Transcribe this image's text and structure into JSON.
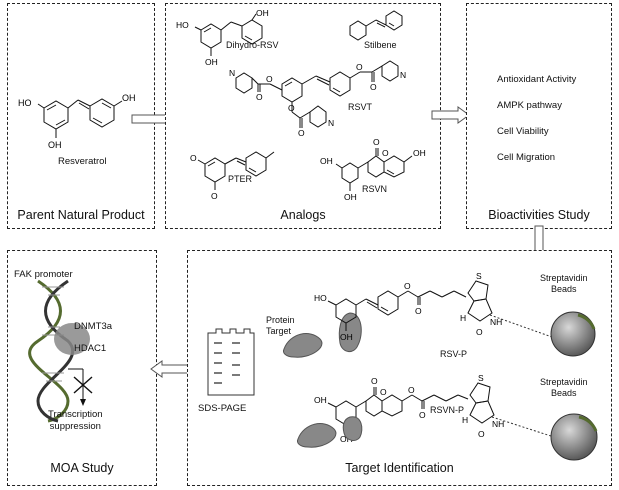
{
  "panels": {
    "parent": {
      "title": "Parent Natural Product",
      "compound": "Resveratrol"
    },
    "analogs": {
      "title": "Analogs",
      "compounds": [
        "Dihydro-RSV",
        "Stilbene",
        "RSVT",
        "PTER",
        "RSVN"
      ]
    },
    "bioactivities": {
      "title": "Bioactivities Study",
      "items": [
        "Antioxidant Activity",
        "AMPK pathway",
        "Cell Viability",
        "Cell Migration"
      ]
    },
    "target": {
      "title": "Target Identification",
      "protein_label": "Protein\nTarget",
      "probe1": "RSV-P",
      "probe2": "RSVN-P",
      "beads_label": "Streptavidin\nBeads",
      "gel_label": "SDS-PAGE"
    },
    "moa": {
      "title": "MOA Study",
      "promoter": "FAK promoter",
      "enzyme1": "DNMT3a",
      "enzyme2": "HDAC1",
      "outcome": "Transcription\nsuppression"
    }
  },
  "atoms": {
    "HO": "HO",
    "OH": "OH",
    "O": "O",
    "N": "N",
    "S": "S",
    "H": "H",
    "NH": "NH"
  },
  "colors": {
    "border": "#222222",
    "arrow": "#555555",
    "protein": "#888888",
    "bead": "#777777"
  }
}
